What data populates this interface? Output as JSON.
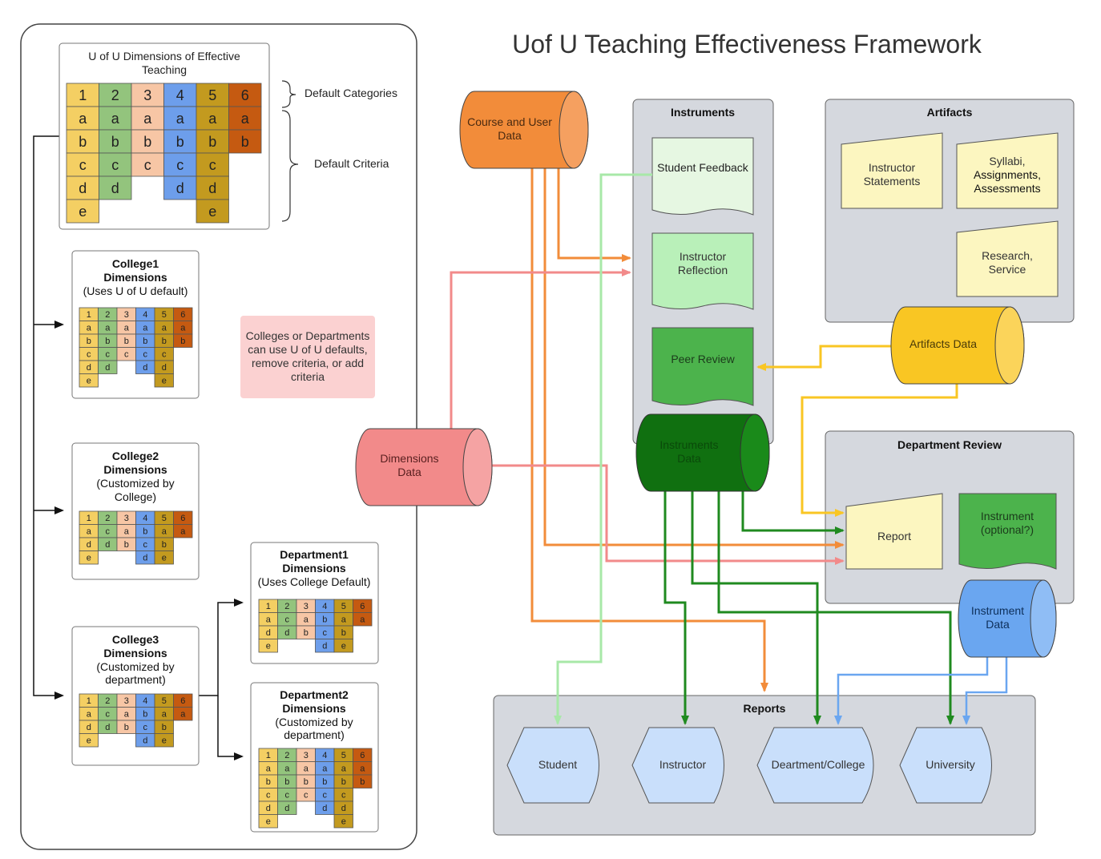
{
  "title": "Uof U Teaching Effectiveness Framework",
  "colors": {
    "cat1": "#f4cf63",
    "cat2": "#93c47d",
    "cat3": "#f7c6a5",
    "cat4": "#6d9eeb",
    "cat5": "#c39a1f",
    "cat6": "#c55a11",
    "orange": "#f28c3a",
    "pink": "#f28a8a",
    "green": "#1f8a1f",
    "lightgreen": "#b9f0b9",
    "yellow": "#f9c623",
    "blue": "#6aa6f0",
    "panel": "#d5d8de",
    "note": "#fbd1d1"
  },
  "grids": {
    "uofu": {
      "title": [
        "U of U Dimensions of Effective",
        "Teaching"
      ],
      "cols": [
        [
          "1",
          "a",
          "b",
          "c",
          "d",
          "e"
        ],
        [
          "2",
          "a",
          "b",
          "c",
          "d"
        ],
        [
          "3",
          "a",
          "b",
          "c"
        ],
        [
          "4",
          "a",
          "b",
          "c",
          "d"
        ],
        [
          "5",
          "a",
          "b",
          "c",
          "d",
          "e"
        ],
        [
          "6",
          "a",
          "b"
        ]
      ]
    },
    "college1": {
      "title": [
        "College1",
        "Dimensions",
        "(Uses U of U default)"
      ],
      "cols": [
        [
          "1",
          "a",
          "b",
          "c",
          "d",
          "e"
        ],
        [
          "2",
          "a",
          "b",
          "c",
          "d"
        ],
        [
          "3",
          "a",
          "b",
          "c"
        ],
        [
          "4",
          "a",
          "b",
          "c",
          "d"
        ],
        [
          "5",
          "a",
          "b",
          "c",
          "d",
          "e"
        ],
        [
          "6",
          "a",
          "b"
        ]
      ]
    },
    "college2": {
      "title": [
        "College2",
        "Dimensions",
        "(Customized by",
        "College)"
      ],
      "cols": [
        [
          "1",
          "a",
          "d",
          "e"
        ],
        [
          "2",
          "c",
          "d"
        ],
        [
          "3",
          "a",
          "b"
        ],
        [
          "4",
          "b",
          "c",
          "d"
        ],
        [
          "5",
          "a",
          "b",
          "e"
        ],
        [
          "6",
          "a"
        ]
      ]
    },
    "college3": {
      "title": [
        "College3",
        "Dimensions",
        "(Customized by",
        "department)"
      ],
      "cols": [
        [
          "1",
          "a",
          "d",
          "e"
        ],
        [
          "2",
          "c",
          "d"
        ],
        [
          "3",
          "a",
          "b"
        ],
        [
          "4",
          "b",
          "c",
          "d"
        ],
        [
          "5",
          "a",
          "b",
          "e"
        ],
        [
          "6",
          "a"
        ]
      ]
    },
    "dept1": {
      "title": [
        "Department1",
        "Dimensions",
        "(Uses College Default)"
      ],
      "cols": [
        [
          "1",
          "a",
          "d",
          "e"
        ],
        [
          "2",
          "c",
          "d"
        ],
        [
          "3",
          "a",
          "b"
        ],
        [
          "4",
          "b",
          "c",
          "d"
        ],
        [
          "5",
          "a",
          "b",
          "e"
        ],
        [
          "6",
          "a"
        ]
      ]
    },
    "dept2": {
      "title": [
        "Department2",
        "Dimensions",
        "(Customized by",
        "department)"
      ],
      "cols": [
        [
          "1",
          "a",
          "b",
          "c",
          "d",
          "e"
        ],
        [
          "2",
          "a",
          "b",
          "c",
          "d"
        ],
        [
          "3",
          "a",
          "b",
          "c"
        ],
        [
          "4",
          "a",
          "b",
          "c",
          "d"
        ],
        [
          "5",
          "a",
          "b",
          "c",
          "d",
          "e"
        ],
        [
          "6",
          "a",
          "b"
        ]
      ]
    }
  },
  "brace_labels": {
    "categories": "Default Categories",
    "criteria": "Default Criteria"
  },
  "note": [
    "Colleges or Departments",
    "can use U of U defaults,",
    "remove criteria, or add",
    "criteria"
  ],
  "databases": {
    "course": [
      "Course and User",
      "Data"
    ],
    "dimensions": [
      "Dimensions",
      "Data"
    ],
    "artifacts": [
      "Artifacts Data"
    ],
    "instruments": [
      "Instruments",
      "Data"
    ],
    "instrument": [
      "Instrument",
      "Data"
    ]
  },
  "instruments_panel": {
    "title": "Instruments",
    "docs": {
      "feedback": [
        "Student Feedback"
      ],
      "reflection": [
        "Instructor",
        "Reflection"
      ],
      "peer": [
        "Peer Review"
      ]
    }
  },
  "artifacts_panel": {
    "title": "Artifacts",
    "cards": {
      "statements": [
        "Instructor",
        "Statements"
      ],
      "syllabi": [
        "Syllabi,",
        "Assignments,",
        "Assessments"
      ],
      "research": [
        "Research,",
        "Service"
      ]
    }
  },
  "dept_review": {
    "title": "Department Review",
    "report": [
      "Report"
    ],
    "instrument": [
      "Instrument",
      "(optional?)"
    ]
  },
  "reports": {
    "title": "Reports",
    "items": [
      [
        "Student"
      ],
      [
        "Instructor"
      ],
      [
        "Deartment/College"
      ],
      [
        "University"
      ]
    ]
  }
}
